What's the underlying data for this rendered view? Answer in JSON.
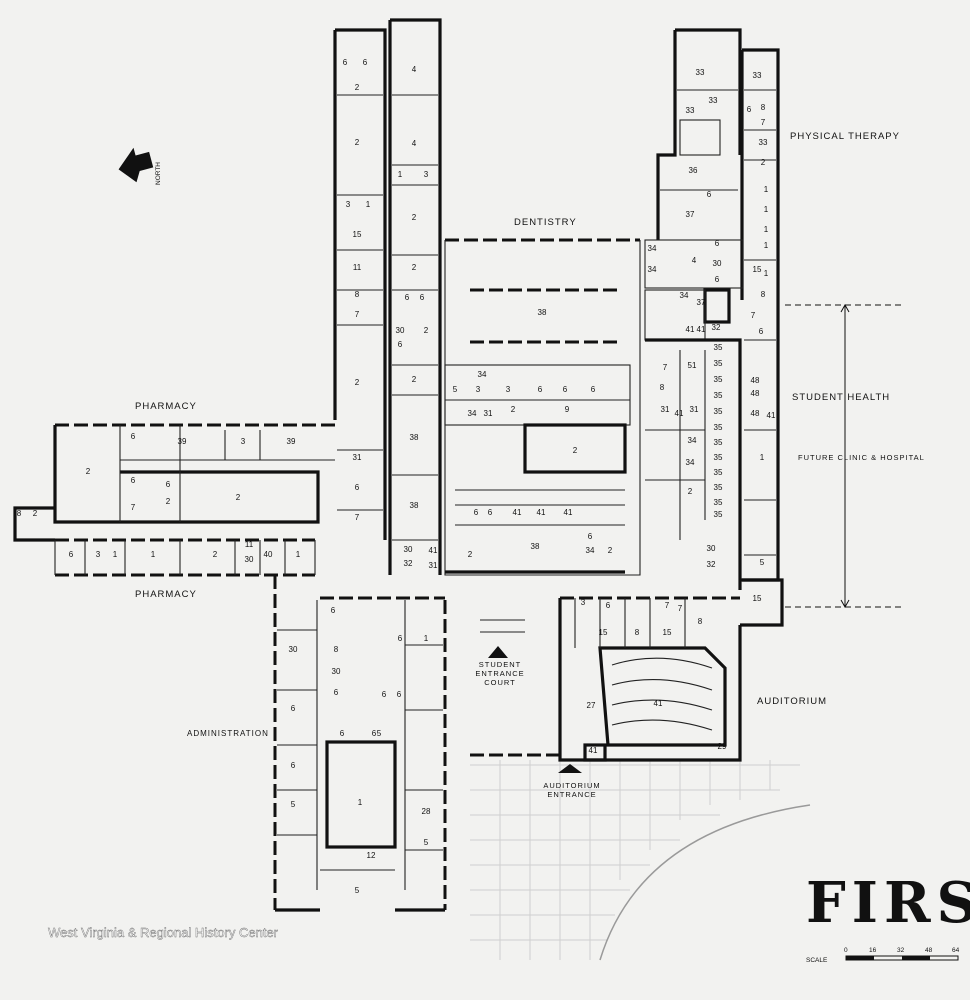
{
  "labels": {
    "physical_therapy": "PHYSICAL THERAPY",
    "dentistry": "DENTISTRY",
    "pharmacy_top": "PHARMACY",
    "pharmacy_bottom": "PHARMACY",
    "student_health": "STUDENT HEALTH",
    "future_clinic": "FUTURE CLINIC & HOSPITAL",
    "administration": "ADMINISTRATION",
    "auditorium": "AUDITORIUM",
    "student_entrance": [
      "STUDENT",
      "ENTRANCE",
      "COURT"
    ],
    "auditorium_entrance": [
      "AUDITORIUM",
      "ENTRANCE"
    ],
    "north": "NORTH"
  },
  "title": "FIRS",
  "watermark": "West Virginia & Regional History Center",
  "scale": {
    "label": "SCALE",
    "ticks": [
      "0",
      "16",
      "32",
      "48",
      "64"
    ]
  },
  "rooms": [
    "6",
    "6",
    "2",
    "2",
    "3",
    "1",
    "15",
    "11",
    "8",
    "7",
    "2",
    "31",
    "6",
    "7",
    "4",
    "4",
    "1",
    "3",
    "2",
    "2",
    "6",
    "6",
    "30",
    "2",
    "6",
    "2",
    "38",
    "38",
    "30",
    "41",
    "32",
    "31",
    "38",
    "34",
    "3",
    "3",
    "6",
    "6",
    "6",
    "5",
    "34",
    "31",
    "2",
    "9",
    "2",
    "6",
    "6",
    "41",
    "41",
    "41",
    "2",
    "38",
    "6",
    "34",
    "2",
    "33",
    "33",
    "33",
    "33",
    "6",
    "8",
    "7",
    "33",
    "2",
    "36",
    "6",
    "37",
    "1",
    "1",
    "1",
    "1",
    "1",
    "34",
    "34",
    "4",
    "6",
    "30",
    "6",
    "15",
    "8",
    "7",
    "6",
    "37",
    "34",
    "32",
    "41",
    "41",
    "51",
    "35",
    "35",
    "35",
    "35",
    "35",
    "35",
    "35",
    "35",
    "35",
    "35",
    "35",
    "35",
    "7",
    "8",
    "31",
    "41",
    "31",
    "34",
    "34",
    "2",
    "30",
    "32",
    "48",
    "48",
    "48",
    "41",
    "1",
    "5",
    "15",
    "6",
    "39",
    "3",
    "39",
    "2",
    "6",
    "2",
    "6",
    "2",
    "7",
    "2",
    "8",
    "6",
    "3",
    "1",
    "1",
    "2",
    "11",
    "30",
    "40",
    "1",
    "3",
    "6",
    "7",
    "15",
    "8",
    "7",
    "15",
    "8",
    "27",
    "41",
    "29",
    "41",
    "30",
    "6",
    "6",
    "8",
    "30",
    "6",
    "6",
    "6",
    "6",
    "6",
    "6",
    "1",
    "1",
    "12",
    "6",
    "5",
    "5",
    "28",
    "5",
    "5",
    "6"
  ]
}
